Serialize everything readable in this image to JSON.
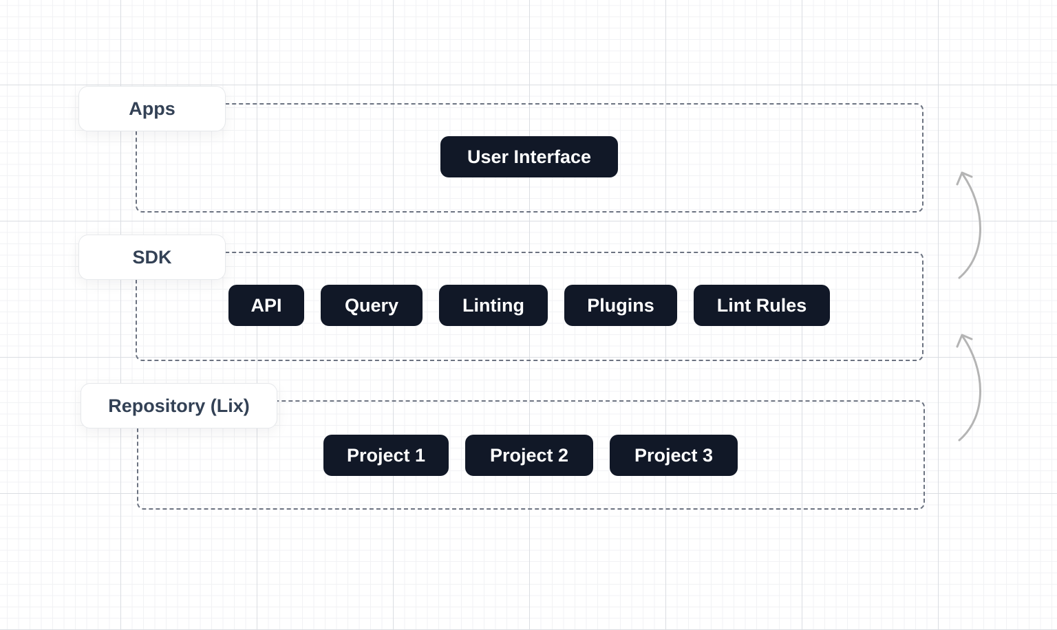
{
  "layers": {
    "apps": {
      "label": "Apps",
      "items": [
        "User Interface"
      ]
    },
    "sdk": {
      "label": "SDK",
      "items": [
        "API",
        "Query",
        "Linting",
        "Plugins",
        "Lint Rules"
      ]
    },
    "repository": {
      "label": "Repository (Lix)",
      "items": [
        "Project 1",
        "Project 2",
        "Project 3"
      ]
    }
  },
  "colors": {
    "chip_background": "#111827",
    "dashed_border": "#6b7280",
    "arrow": "#b4b4b4"
  },
  "icons": {
    "arrow": "curved-up-arrow-icon"
  }
}
